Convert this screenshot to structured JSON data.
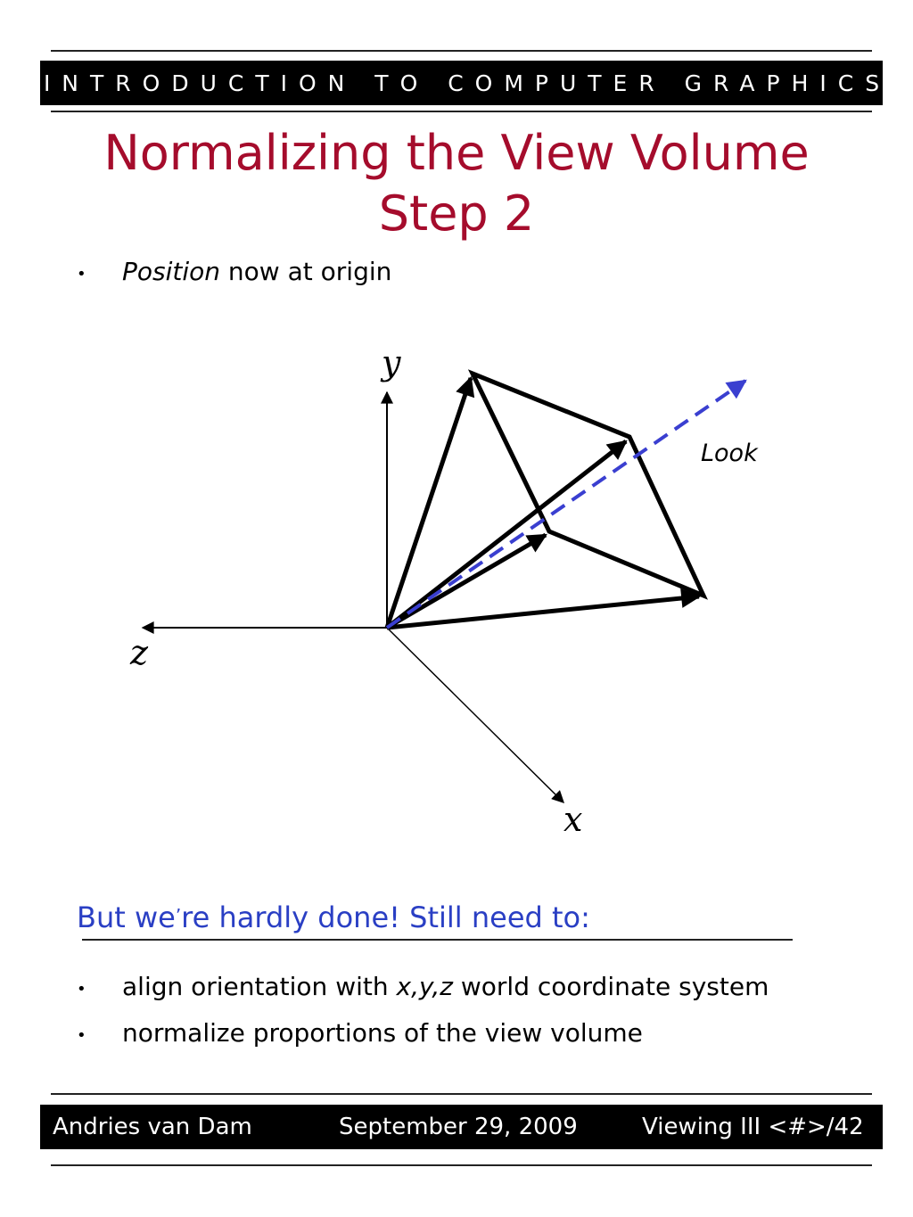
{
  "header": {
    "course_title": "INTRODUCTION TO COMPUTER GRAPHICS"
  },
  "slide": {
    "title_line1": "Normalizing the View Volume",
    "title_line2": "Step 2",
    "bullet1": {
      "italic": "Position",
      "rest": " now at origin"
    }
  },
  "diagram": {
    "y_label": "y",
    "z_label": "z",
    "x_label": "x",
    "look_label": "Look"
  },
  "subheading": {
    "before": "But we",
    "apostrophe": "’",
    "after": "re hardly done! Still need to:"
  },
  "list": {
    "item1": {
      "before": "align orientation with ",
      "italic": "x,y,z",
      "after": " world coordinate system"
    },
    "item2": "normalize proportions of the view volume"
  },
  "footer": {
    "author": "Andries van Dam",
    "date": "September 29, 2009",
    "slide_ref": "Viewing III <#>/42"
  },
  "colors": {
    "title": "#a50c2c",
    "subheading": "#2a3fc4",
    "look_vector": "#3a3fd0"
  }
}
